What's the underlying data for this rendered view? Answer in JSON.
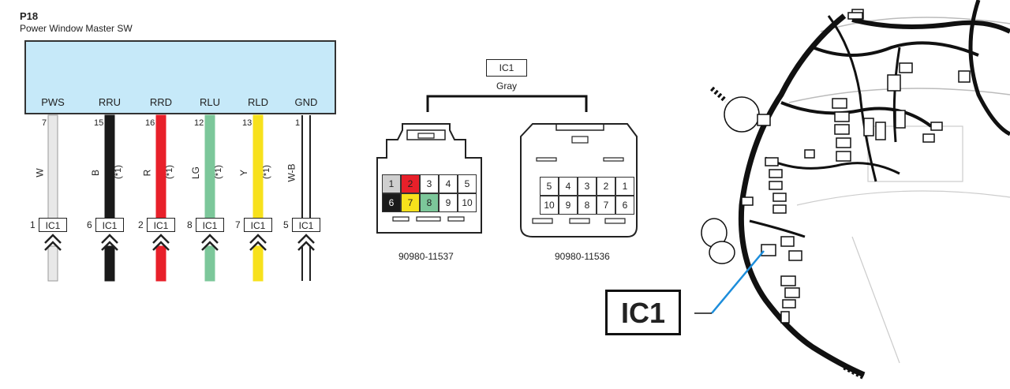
{
  "connector": {
    "code": "P18",
    "name": "Power Window Master SW"
  },
  "pins": [
    {
      "label": "PWS",
      "num": "7",
      "wire": "W",
      "star": "",
      "ic_pin": "1",
      "ic": "IC1",
      "color": "#e8e8e8",
      "stroke": "#9a9a9a"
    },
    {
      "label": "RRU",
      "num": "15",
      "wire": "B",
      "star": "(*1)",
      "ic_pin": "6",
      "ic": "IC1",
      "color": "#1a1a1a",
      "stroke": "#1a1a1a"
    },
    {
      "label": "RRD",
      "num": "16",
      "wire": "R",
      "star": "(*1)",
      "ic_pin": "2",
      "ic": "IC1",
      "color": "#e8202a",
      "stroke": "#e8202a"
    },
    {
      "label": "RLU",
      "num": "12",
      "wire": "LG",
      "star": "(*1)",
      "ic_pin": "8",
      "ic": "IC1",
      "color": "#7cc79a",
      "stroke": "#7cc79a"
    },
    {
      "label": "RLD",
      "num": "13",
      "wire": "Y",
      "star": "(*1)",
      "ic_pin": "7",
      "ic": "IC1",
      "color": "#f7e11c",
      "stroke": "#f7e11c"
    },
    {
      "label": "GND",
      "num": "1",
      "wire": "W-B",
      "star": "",
      "ic_pin": "5",
      "ic": "IC1",
      "color": "#ffffff",
      "stroke": "#222222"
    }
  ],
  "ic_header": {
    "label": "IC1",
    "color_text": "Gray"
  },
  "connector_a": {
    "part": "90980-11537",
    "cells": [
      {
        "t": "1",
        "bg": "#cfcfcf",
        "fg": "#222"
      },
      {
        "t": "2",
        "bg": "#e8202a",
        "fg": "#222"
      },
      {
        "t": "3",
        "bg": "#ffffff",
        "fg": "#222"
      },
      {
        "t": "4",
        "bg": "#ffffff",
        "fg": "#222"
      },
      {
        "t": "5",
        "bg": "#ffffff",
        "fg": "#222"
      },
      {
        "t": "6",
        "bg": "#1a1a1a",
        "fg": "#ffffff"
      },
      {
        "t": "7",
        "bg": "#f7e11c",
        "fg": "#222"
      },
      {
        "t": "8",
        "bg": "#7cc79a",
        "fg": "#222"
      },
      {
        "t": "9",
        "bg": "#ffffff",
        "fg": "#222"
      },
      {
        "t": "10",
        "bg": "#ffffff",
        "fg": "#222"
      }
    ]
  },
  "connector_b": {
    "part": "90980-11536",
    "cells": [
      "5",
      "4",
      "3",
      "2",
      "1",
      "10",
      "9",
      "8",
      "7",
      "6"
    ]
  },
  "location": {
    "label": "IC1"
  }
}
